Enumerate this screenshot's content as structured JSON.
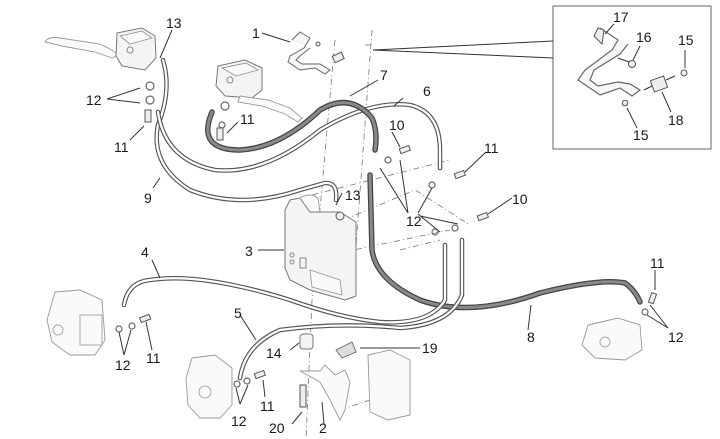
{
  "diagram": {
    "title": "Brake system exploded view",
    "inset_box": {
      "labels": [
        {
          "id": "17",
          "text": "17"
        },
        {
          "id": "16",
          "text": "16"
        },
        {
          "id": "15a",
          "text": "15"
        },
        {
          "id": "18",
          "text": "18"
        },
        {
          "id": "15b",
          "text": "15"
        }
      ]
    },
    "callouts": [
      {
        "id": "c13a",
        "text": "13"
      },
      {
        "id": "c1",
        "text": "1"
      },
      {
        "id": "c12a",
        "text": "12"
      },
      {
        "id": "c11a",
        "text": "11"
      },
      {
        "id": "c11b",
        "text": "11"
      },
      {
        "id": "c7",
        "text": "7"
      },
      {
        "id": "c6",
        "text": "6"
      },
      {
        "id": "c10a",
        "text": "10"
      },
      {
        "id": "c11c",
        "text": "11"
      },
      {
        "id": "c9",
        "text": "9"
      },
      {
        "id": "c13b",
        "text": "13"
      },
      {
        "id": "c12b",
        "text": "12"
      },
      {
        "id": "c10b",
        "text": "10"
      },
      {
        "id": "c3",
        "text": "3"
      },
      {
        "id": "c4",
        "text": "4"
      },
      {
        "id": "c11d",
        "text": "11"
      },
      {
        "id": "c5",
        "text": "5"
      },
      {
        "id": "c8",
        "text": "8"
      },
      {
        "id": "c12c",
        "text": "12"
      },
      {
        "id": "c11e",
        "text": "11"
      },
      {
        "id": "c12d",
        "text": "12"
      },
      {
        "id": "c14",
        "text": "14"
      },
      {
        "id": "c19",
        "text": "19"
      },
      {
        "id": "c12e",
        "text": "12"
      },
      {
        "id": "c11f",
        "text": "11"
      },
      {
        "id": "c20",
        "text": "20"
      },
      {
        "id": "c2",
        "text": "2"
      }
    ]
  }
}
